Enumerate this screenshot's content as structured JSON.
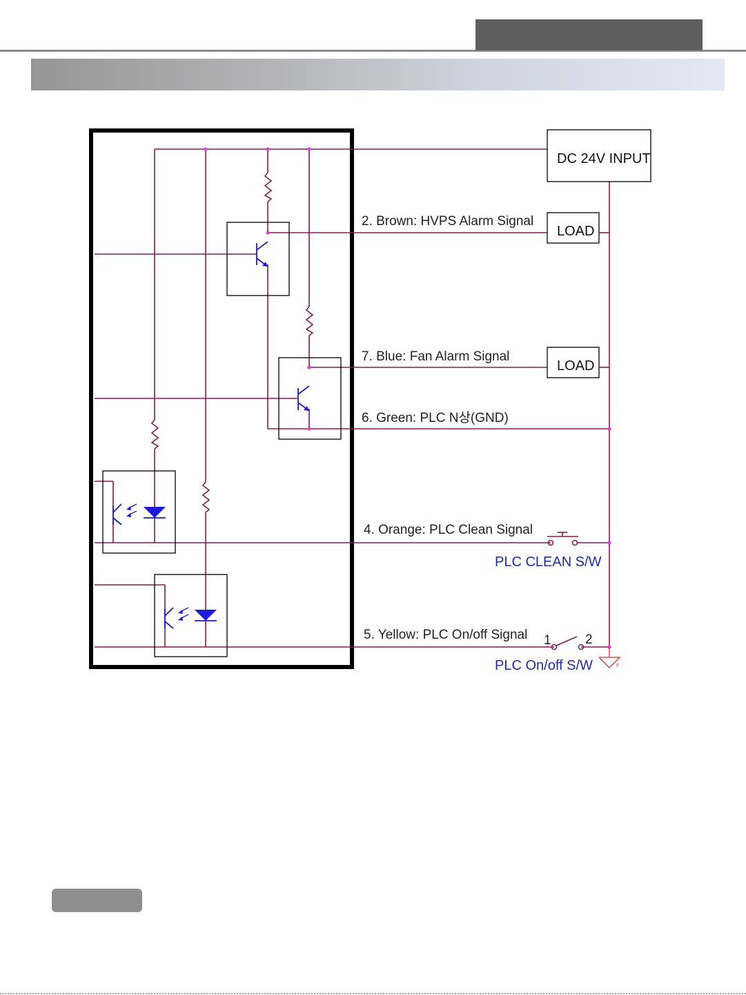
{
  "diagram": {
    "dc_input_label": "DC 24V INPUT",
    "load_label_1": "LOAD",
    "load_label_2": "LOAD",
    "signals": {
      "brown": "2. Brown: HVPS Alarm Signal",
      "blue": "7. Blue: Fan  Alarm Signal",
      "green": "6. Green:  PLC N상(GND)",
      "orange": "4. Orange:  PLC Clean Signal",
      "yellow": "5. Yellow:  PLC On/off Signal"
    },
    "switches": {
      "clean": "PLC CLEAN S/W",
      "onoff": "PLC On/off S/W",
      "pin1": "1",
      "pin2": "2"
    },
    "ground_mark": "F"
  },
  "colors": {
    "wire": "#8b1a4a",
    "junction": "#e040e0",
    "component": "#1a1ae0",
    "label_blue": "#1c2bb8",
    "ground": "#e03030"
  }
}
